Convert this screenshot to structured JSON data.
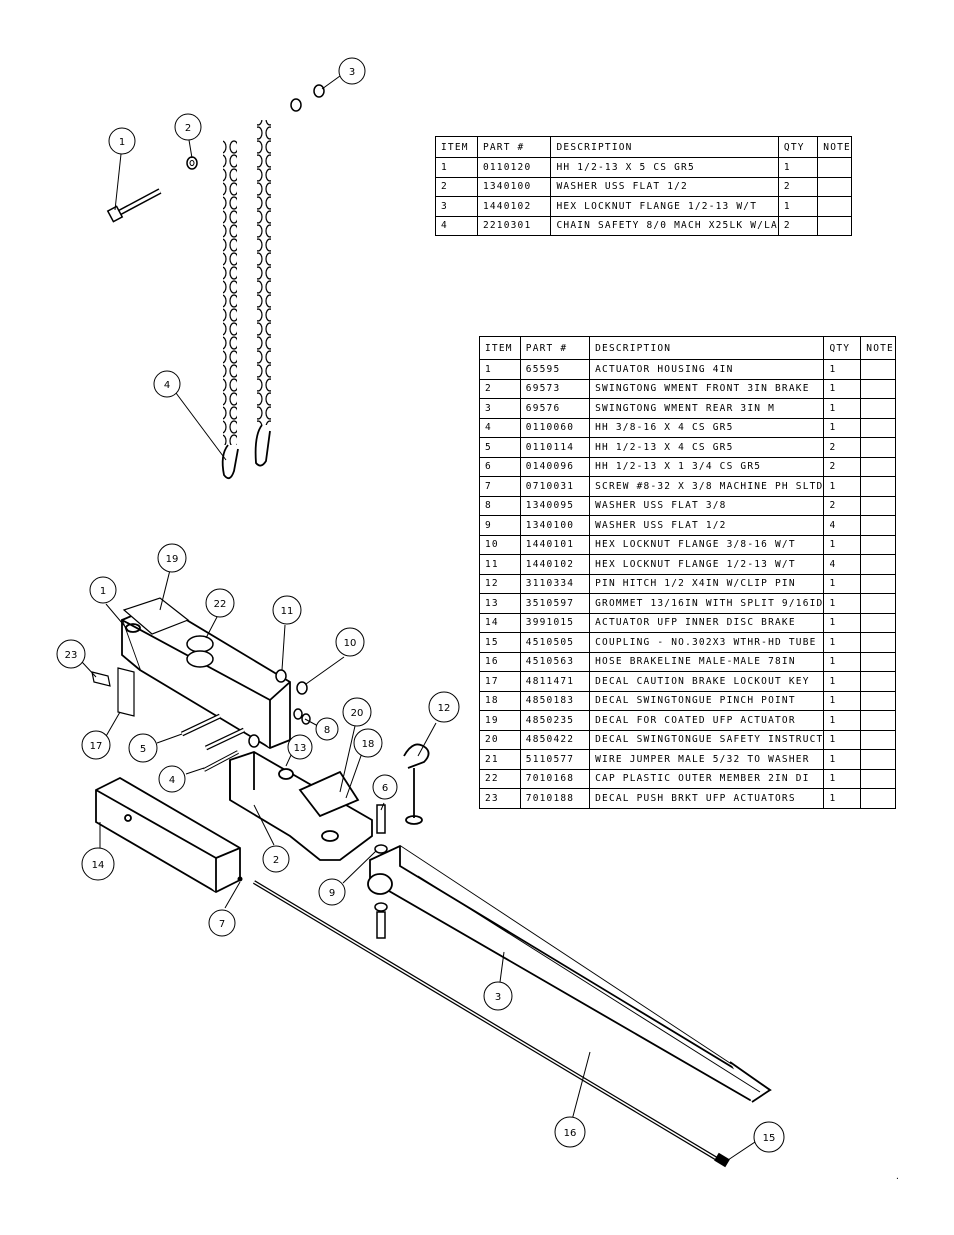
{
  "bom_top": {
    "headers": [
      "ITEM",
      "PART #",
      "DESCRIPTION",
      "QTY",
      "NOTE"
    ],
    "rows": [
      [
        "1",
        "0110120",
        "HH 1/2-13 X 5 CS GR5",
        "1",
        ""
      ],
      [
        "2",
        "1340100",
        "WASHER USS FLAT 1/2",
        "2",
        ""
      ],
      [
        "3",
        "1440102",
        "HEX LOCKNUT FLANGE 1/2-13 W/T",
        "1",
        ""
      ],
      [
        "4",
        "2210301",
        "CHAIN SAFETY 8/0 MACH X25LK W/LA",
        "2",
        ""
      ]
    ]
  },
  "bom_bottom": {
    "headers": [
      "ITEM",
      "PART #",
      "DESCRIPTION",
      "QTY",
      "NOTE"
    ],
    "rows": [
      [
        "1",
        "65595",
        "ACTUATOR HOUSING 4IN",
        "1",
        ""
      ],
      [
        "2",
        "69573",
        "SWINGTONG WMENT FRONT 3IN BRAKE",
        "1",
        ""
      ],
      [
        "3",
        "69576",
        "SWINGTONG WMENT REAR 3IN M",
        "1",
        ""
      ],
      [
        "4",
        "0110060",
        "HH 3/8-16 X 4 CS GR5",
        "1",
        ""
      ],
      [
        "5",
        "0110114",
        "HH 1/2-13 X 4 CS GR5",
        "2",
        ""
      ],
      [
        "6",
        "0140096",
        "HH 1/2-13 X 1 3/4 CS GR5",
        "2",
        ""
      ],
      [
        "7",
        "0710031",
        "SCREW #8-32 X 3/8 MACHINE PH SLTD",
        "1",
        ""
      ],
      [
        "8",
        "1340095",
        "WASHER USS FLAT 3/8",
        "2",
        ""
      ],
      [
        "9",
        "1340100",
        "WASHER USS FLAT 1/2",
        "4",
        ""
      ],
      [
        "10",
        "1440101",
        "HEX LOCKNUT FLANGE 3/8-16 W/T",
        "1",
        ""
      ],
      [
        "11",
        "1440102",
        "HEX LOCKNUT FLANGE 1/2-13 W/T",
        "4",
        ""
      ],
      [
        "12",
        "3110334",
        "PIN HITCH 1/2 X4IN W/CLIP PIN",
        "1",
        ""
      ],
      [
        "13",
        "3510597",
        "GROMMET 13/16IN  WITH SPLIT 9/16ID",
        "1",
        ""
      ],
      [
        "14",
        "3991015",
        "ACTUATOR UFP INNER  DISC BRAKE",
        "1",
        ""
      ],
      [
        "15",
        "4510505",
        "COUPLING - NO.302X3 WTHR-HD TUBE",
        "1",
        ""
      ],
      [
        "16",
        "4510563",
        "HOSE BRAKELINE MALE-MALE 78IN",
        "1",
        ""
      ],
      [
        "17",
        "4811471",
        "DECAL CAUTION BRAKE LOCKOUT KEY",
        "1",
        ""
      ],
      [
        "18",
        "4850183",
        "DECAL SWINGTONGUE PINCH POINT",
        "1",
        ""
      ],
      [
        "19",
        "4850235",
        "DECAL FOR COATED UFP ACTUATOR",
        "1",
        ""
      ],
      [
        "20",
        "4850422",
        "DECAL SWINGTONGUE SAFETY INSTRUCT",
        "1",
        ""
      ],
      [
        "21",
        "5110577",
        "WIRE JUMPER MALE 5/32 TO WASHER",
        "1",
        ""
      ],
      [
        "22",
        "7010168",
        "CAP  PLASTIC OUTER MEMBER 2IN DI",
        "1",
        ""
      ],
      [
        "23",
        "7010188",
        "DECAL PUSH BRKT UFP ACTUATORS",
        "1",
        ""
      ]
    ]
  },
  "callouts": {
    "top": [
      "1",
      "2",
      "3",
      "4"
    ],
    "bottom": [
      "19",
      "22",
      "1",
      "11",
      "10",
      "23",
      "20",
      "12",
      "17",
      "5",
      "8",
      "13",
      "18",
      "4",
      "6",
      "14",
      "2",
      "9",
      "7",
      "3",
      "16",
      "15"
    ]
  },
  "corner_mark": "."
}
